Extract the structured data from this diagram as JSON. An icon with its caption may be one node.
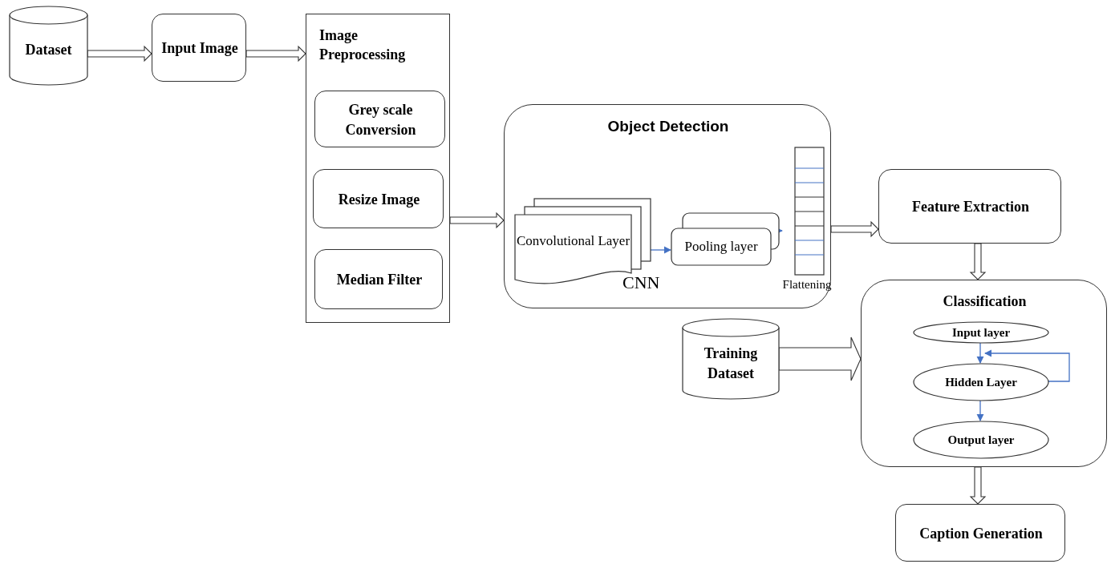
{
  "diagram": {
    "nodes": [
      {
        "text": [
          "Dataset"
        ]
      },
      {
        "text": [
          "Input Image"
        ]
      },
      {
        "text": [
          "Image Preprocessing"
        ]
      },
      {
        "text": [
          "Grey scale Conversion"
        ],
        "in": 2
      },
      {
        "text": [
          "Resize Image"
        ],
        "in": 2
      },
      {
        "text": [
          "Median Filter"
        ],
        "in": 2
      },
      {
        "text": [
          "Object Detection"
        ]
      },
      {
        "text": [
          "Convolutional Layer"
        ],
        "in": 6
      },
      {
        "text": [
          "Pooling layer"
        ],
        "in": 6
      },
      {
        "text": [
          "Flattening"
        ],
        "in": 6
      },
      {
        "text": [
          "Feature Extraction"
        ]
      },
      {
        "text": [
          "Training Dataset"
        ]
      },
      {
        "text": [
          "Classification"
        ]
      },
      {
        "text": [
          "Input layer"
        ],
        "in": 12
      },
      {
        "text": [
          "Hidden Layer"
        ],
        "in": 12
      },
      {
        "text": [
          "Output layer"
        ],
        "in": 12
      },
      {
        "text": [
          "Caption Generation"
        ]
      }
    ],
    "edges": [
      {
        "from": 0,
        "to": 1,
        "arrow": "to"
      },
      {
        "from": 1,
        "to": 2,
        "arrow": "to"
      },
      {
        "from": 2,
        "to": 6,
        "arrow": "to"
      },
      {
        "from": 7,
        "to": 8,
        "arrow": "to",
        "color": "#4472c4"
      },
      {
        "from": 8,
        "to": 9,
        "arrow": "to",
        "color": "#4472c4"
      },
      {
        "from": 6,
        "to": 10,
        "arrow": "to"
      },
      {
        "from": 10,
        "to": 12,
        "arrow": "to"
      },
      {
        "from": 11,
        "to": 12,
        "arrow": "to",
        "style": "thick"
      },
      {
        "from": 13,
        "to": 14,
        "arrow": "to",
        "color": "#4472c4"
      },
      {
        "from": 14,
        "to": 14,
        "arrow": "to",
        "color": "#4472c4"
      },
      {
        "from": 14,
        "to": 15,
        "arrow": "to",
        "color": "#4472c4"
      },
      {
        "from": 12,
        "to": 16,
        "arrow": "to"
      }
    ],
    "labels": [
      "CNN"
    ]
  }
}
